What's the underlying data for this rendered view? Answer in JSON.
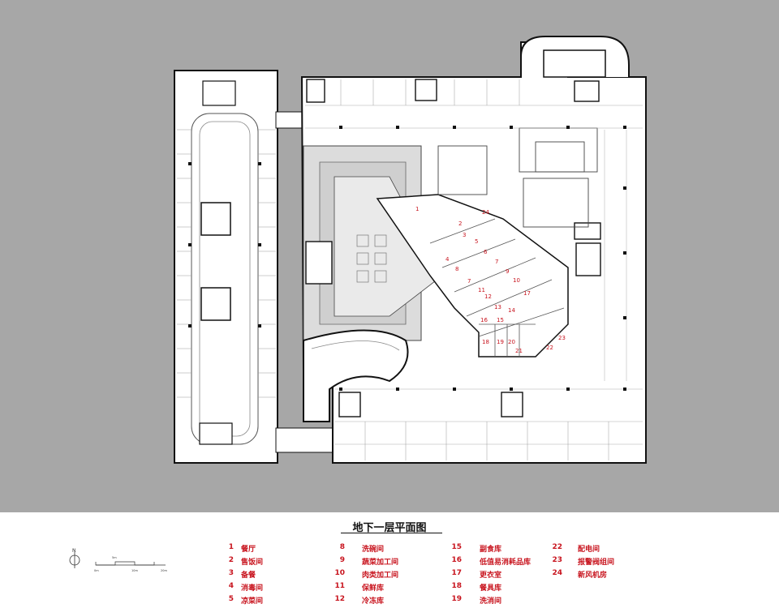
{
  "title": "地下一层平面图",
  "accent_color": "#c8141e",
  "background_color": "#a7a7a7",
  "north_label": "N",
  "scale_labels": [
    "0m",
    "5m",
    "10m",
    "20m"
  ],
  "legend": [
    {
      "num": "1",
      "label": "餐厅"
    },
    {
      "num": "2",
      "label": "售饭间"
    },
    {
      "num": "3",
      "label": "备餐"
    },
    {
      "num": "4",
      "label": "消毒间"
    },
    {
      "num": "5",
      "label": "凉菜间"
    },
    {
      "num": "8",
      "label": "洗碗间"
    },
    {
      "num": "9",
      "label": "蔬菜加工间"
    },
    {
      "num": "10",
      "label": "肉类加工间"
    },
    {
      "num": "11",
      "label": "保鲜库"
    },
    {
      "num": "12",
      "label": "冷冻库"
    },
    {
      "num": "15",
      "label": "副食库"
    },
    {
      "num": "16",
      "label": "低值易消耗品库"
    },
    {
      "num": "17",
      "label": "更衣室"
    },
    {
      "num": "18",
      "label": "餐具库"
    },
    {
      "num": "19",
      "label": "洗消间"
    },
    {
      "num": "22",
      "label": "配电间"
    },
    {
      "num": "23",
      "label": "报警阀组间"
    },
    {
      "num": "24",
      "label": "新风机房"
    }
  ],
  "room_labels": [
    "1",
    "24",
    "2",
    "3",
    "5",
    "6",
    "4",
    "8",
    "7",
    "9",
    "7",
    "10",
    "11",
    "12",
    "17",
    "13",
    "14",
    "16",
    "15",
    "18",
    "19",
    "20",
    "21",
    "22",
    "23"
  ]
}
